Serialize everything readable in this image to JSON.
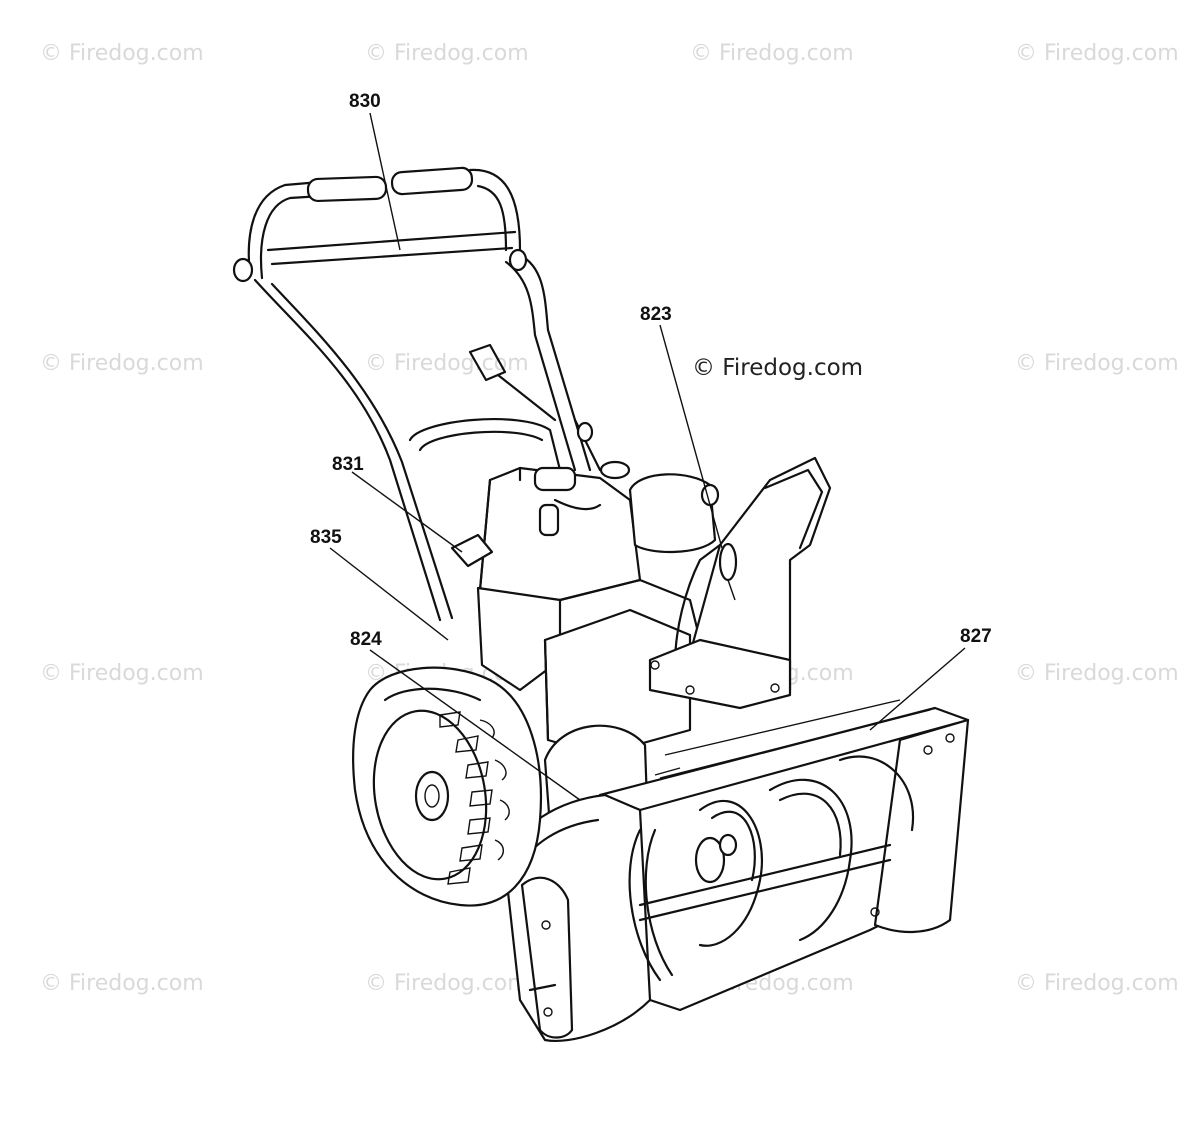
{
  "callouts": [
    {
      "id": "830",
      "text": "830"
    },
    {
      "id": "823",
      "text": "823"
    },
    {
      "id": "831",
      "text": "831"
    },
    {
      "id": "835",
      "text": "835"
    },
    {
      "id": "824",
      "text": "824"
    },
    {
      "id": "827",
      "text": "827"
    }
  ],
  "watermark": {
    "text": "© Firedog.com",
    "main_text": "© Firedog.com",
    "color": "#d9d9d9"
  },
  "colors": {
    "line": "#111111",
    "background": "#ffffff"
  }
}
